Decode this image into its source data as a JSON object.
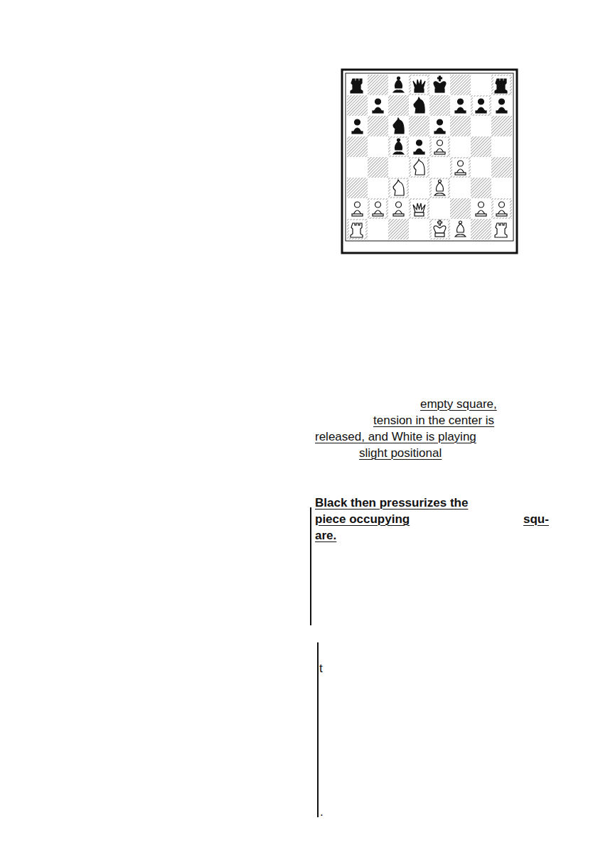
{
  "diagram": {
    "labels": [
      "empty square,",
      "tension in the center is",
      "released, and White is playing",
      "slight positional",
      "Black then pressurizes the",
      "piece occupying",
      "squ-",
      "are.",
      "t",
      "."
    ]
  }
}
